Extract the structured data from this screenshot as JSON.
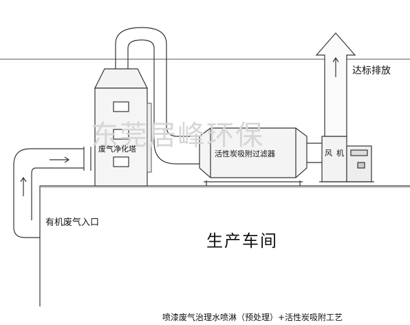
{
  "watermark": "东莞居峰环保",
  "labels": {
    "tower": "废气净化塔",
    "carbon_filter": "活性炭吸附过滤器",
    "fan_1": "风",
    "fan_2": "机",
    "exhaust": "达标排放",
    "inlet": "有机废气入口",
    "floor": "生产车间"
  },
  "caption": "喷漆废气治理水喷淋（预处理）+活性炭吸附工艺"
}
